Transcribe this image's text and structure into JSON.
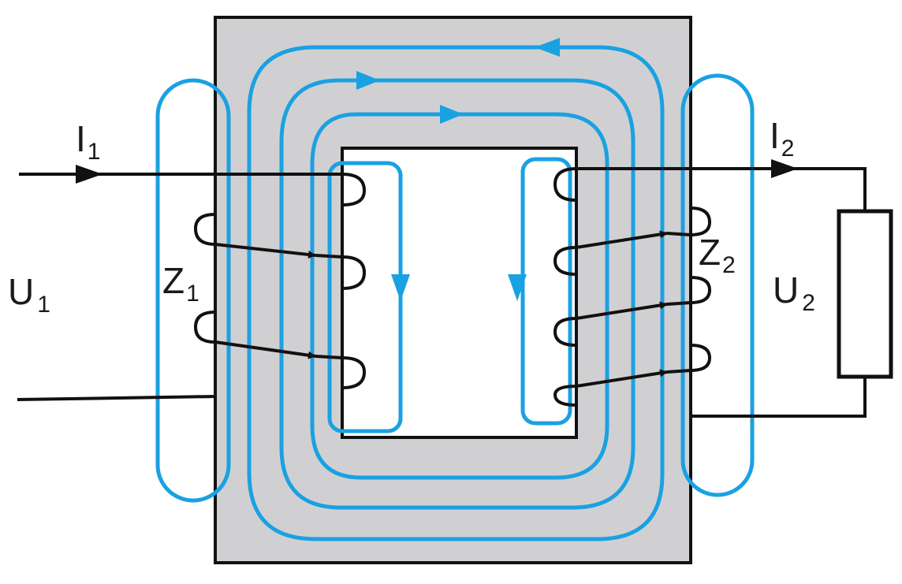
{
  "labels": {
    "i1": {
      "main": "I",
      "sub": "1"
    },
    "i2": {
      "main": "I",
      "sub": "2"
    },
    "u1": {
      "main": "U",
      "sub": "1"
    },
    "u2": {
      "main": "U",
      "sub": "2"
    },
    "z1": {
      "main": "Z",
      "sub": "1"
    },
    "z2": {
      "main": "Z",
      "sub": "2"
    }
  },
  "colors": {
    "core": "#d0d0d3",
    "flux": "#1aa1e2",
    "wire": "#111111"
  }
}
